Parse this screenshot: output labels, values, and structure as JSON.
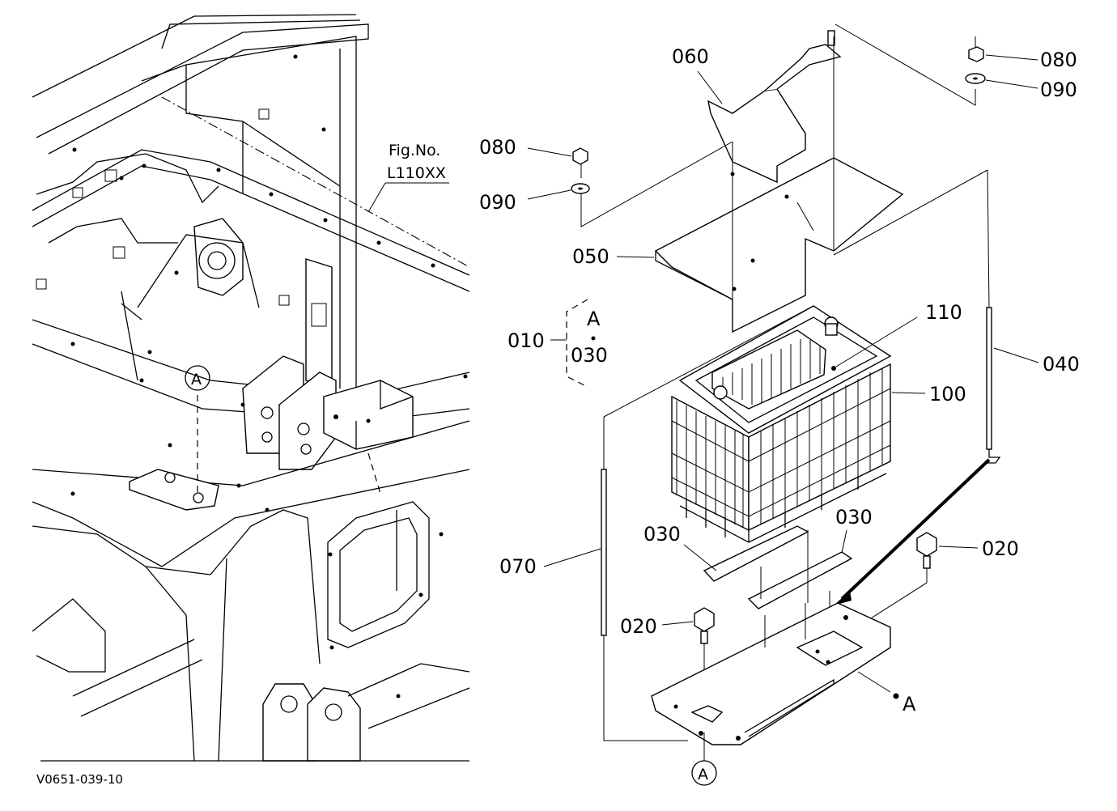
{
  "figure_ref": {
    "line1": "Fig.No.",
    "line2": "L110XX"
  },
  "callout_a_left": "A",
  "callout_a_bottom": "A",
  "ref_a_point": "A",
  "group_010": {
    "label": "010",
    "a": "A",
    "part": "030"
  },
  "parts": {
    "p060": "060",
    "p080_top": "080",
    "p090_top": "090",
    "p080_left": "080",
    "p090_left": "090",
    "p050": "050",
    "p110": "110",
    "p040": "040",
    "p100": "100",
    "p070": "070",
    "p030_left": "030",
    "p030_right": "030",
    "p020_right": "020",
    "p020_left": "020"
  },
  "drawing_id": "V0651-039-10"
}
